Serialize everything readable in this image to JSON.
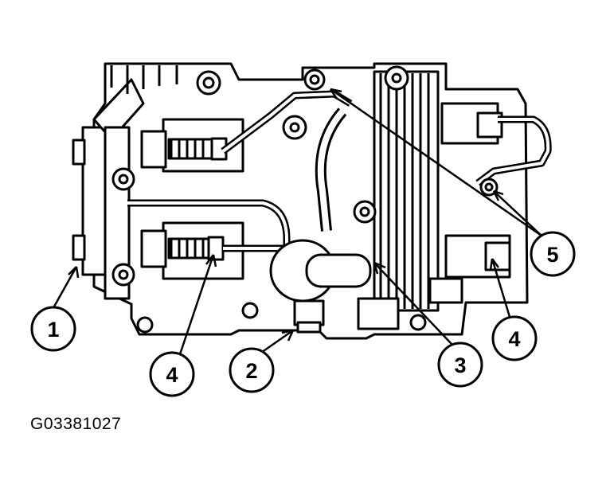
{
  "figure_id": "G03381027",
  "callouts": [
    {
      "label": "1"
    },
    {
      "label": "2"
    },
    {
      "label": "3"
    },
    {
      "label": "4"
    },
    {
      "label": "4"
    },
    {
      "label": "5"
    }
  ],
  "colors": {
    "ink": "#000000",
    "paper": "#ffffff"
  }
}
